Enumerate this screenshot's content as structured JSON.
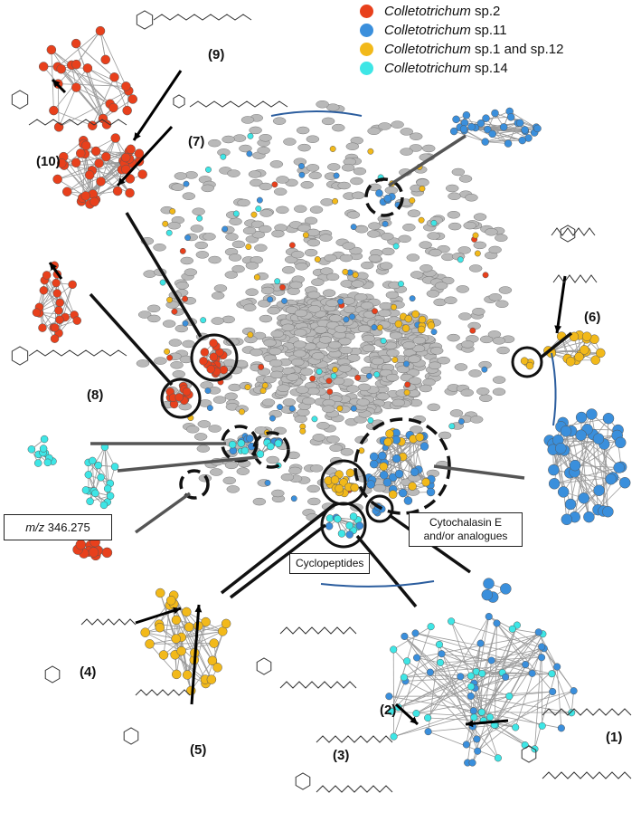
{
  "legend": {
    "items": [
      {
        "genus": "Colletotrichum",
        "species": "sp.2",
        "color": "#e8401c"
      },
      {
        "genus": "Colletotrichum",
        "species": "sp.11",
        "color": "#3a8fdc"
      },
      {
        "genus": "Colletotrichum",
        "species": "sp.1 and sp.12",
        "color": "#f2b91a"
      },
      {
        "genus": "Colletotrichum",
        "species": "sp.14",
        "color": "#3ee6e6"
      }
    ]
  },
  "colors": {
    "node_gray": "#b9b9b9",
    "edge_gray": "#9a9a9a",
    "callout_black": "#111111",
    "callout_gray": "#555555",
    "arc_blue": "#2b5d9e"
  },
  "compounds": {
    "c1": "(1)",
    "c2": "(2)",
    "c3": "(3)",
    "c4": "(4)",
    "c5": "(5)",
    "c6": "(6)",
    "c7": "(7)",
    "c8": "(8)",
    "c9": "(9)",
    "c10": "(10)"
  },
  "labels": {
    "mz_prefix": "m/z",
    "mz_value": "346.275",
    "cytochalasin": "Cytochalasin E and/or analogues",
    "cyclopeptides": "Cyclopeptides"
  }
}
